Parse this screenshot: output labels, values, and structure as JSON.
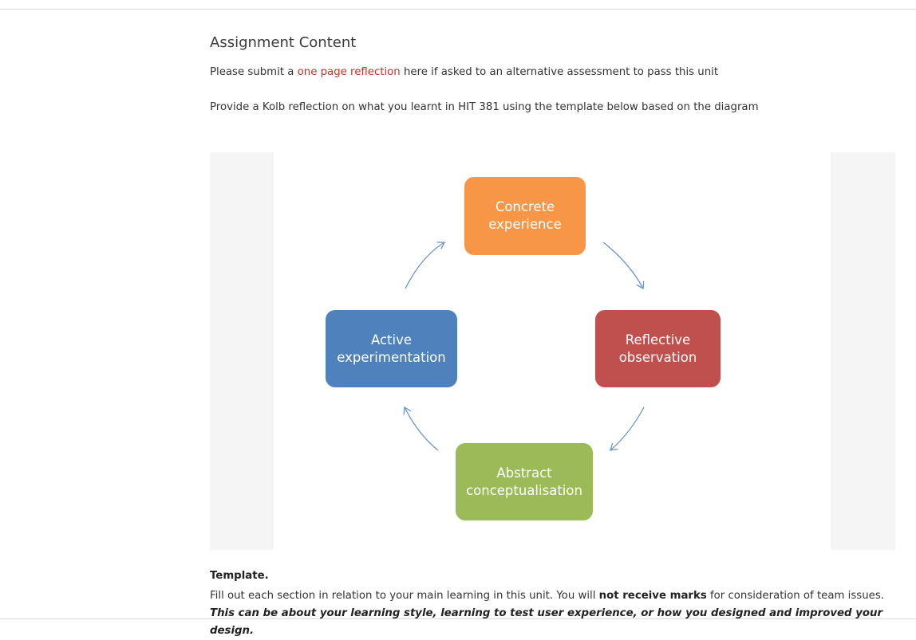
{
  "content": {
    "heading": "Assignment Content",
    "intro_prefix": "Please submit a ",
    "intro_link": "one page reflection",
    "intro_suffix": " here if asked to an alternative assessment to pass this unit",
    "instruction": "Provide a Kolb reflection on what you learnt in HIT 381 using the template below based on the diagram"
  },
  "diagram": {
    "stages": {
      "concrete": {
        "line1": "Concrete",
        "line2": "experience",
        "color": "#f79646"
      },
      "reflective": {
        "line1": "Reflective",
        "line2": "observation",
        "color": "#c0504d"
      },
      "abstract": {
        "line1": "Abstract",
        "line2": "conceptualisation",
        "color": "#9bbb59"
      },
      "active": {
        "line1": "Active",
        "line2": "experimentation",
        "color": "#4f81bd"
      }
    },
    "arrow_color": "#6d94c6"
  },
  "template": {
    "title": "Template.",
    "body_prefix": "Fill out each section in relation to your main learning in this unit. You will ",
    "body_bold": "not receive marks",
    "body_middle": " for consideration of team issues. ",
    "body_bold_italic": "This can be about your learning style, learning to test user experience, or how you designed and improved your design."
  },
  "colors": {
    "link": "#cc2f24"
  }
}
